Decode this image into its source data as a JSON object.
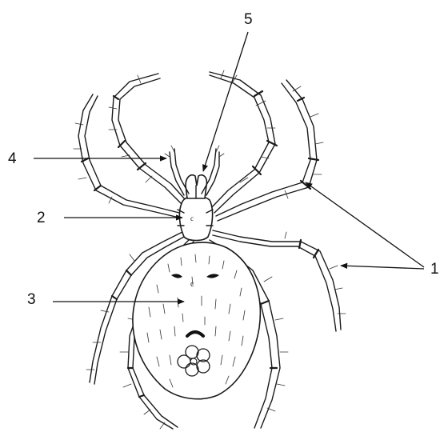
{
  "diagram": {
    "labels": [
      {
        "id": "label-1",
        "text": "1"
      },
      {
        "id": "label-2",
        "text": "2"
      },
      {
        "id": "label-3",
        "text": "3"
      },
      {
        "id": "label-4",
        "text": "4"
      },
      {
        "id": "label-5",
        "text": "5"
      }
    ]
  }
}
